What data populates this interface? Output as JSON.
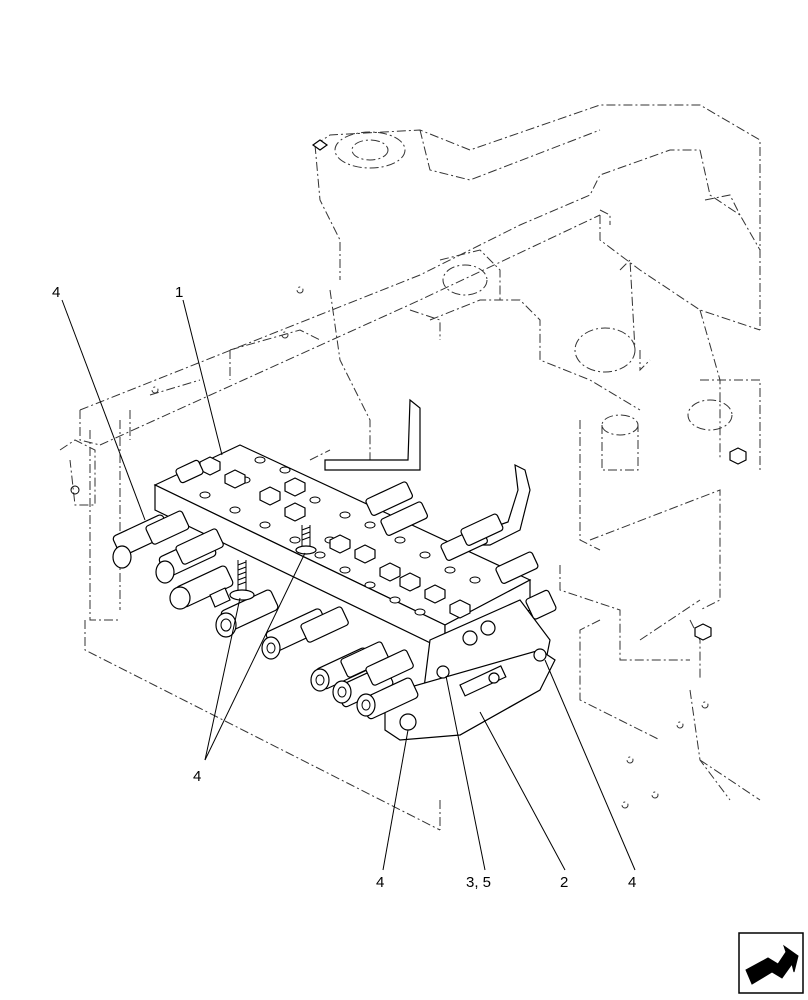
{
  "callouts": {
    "c1": "1",
    "c2": "2",
    "c3": "3, 5",
    "c4a": "4",
    "c4b": "4",
    "c4c": "4",
    "c4d": "4"
  },
  "icons": {
    "nav": "next-page-arrow-icon"
  }
}
